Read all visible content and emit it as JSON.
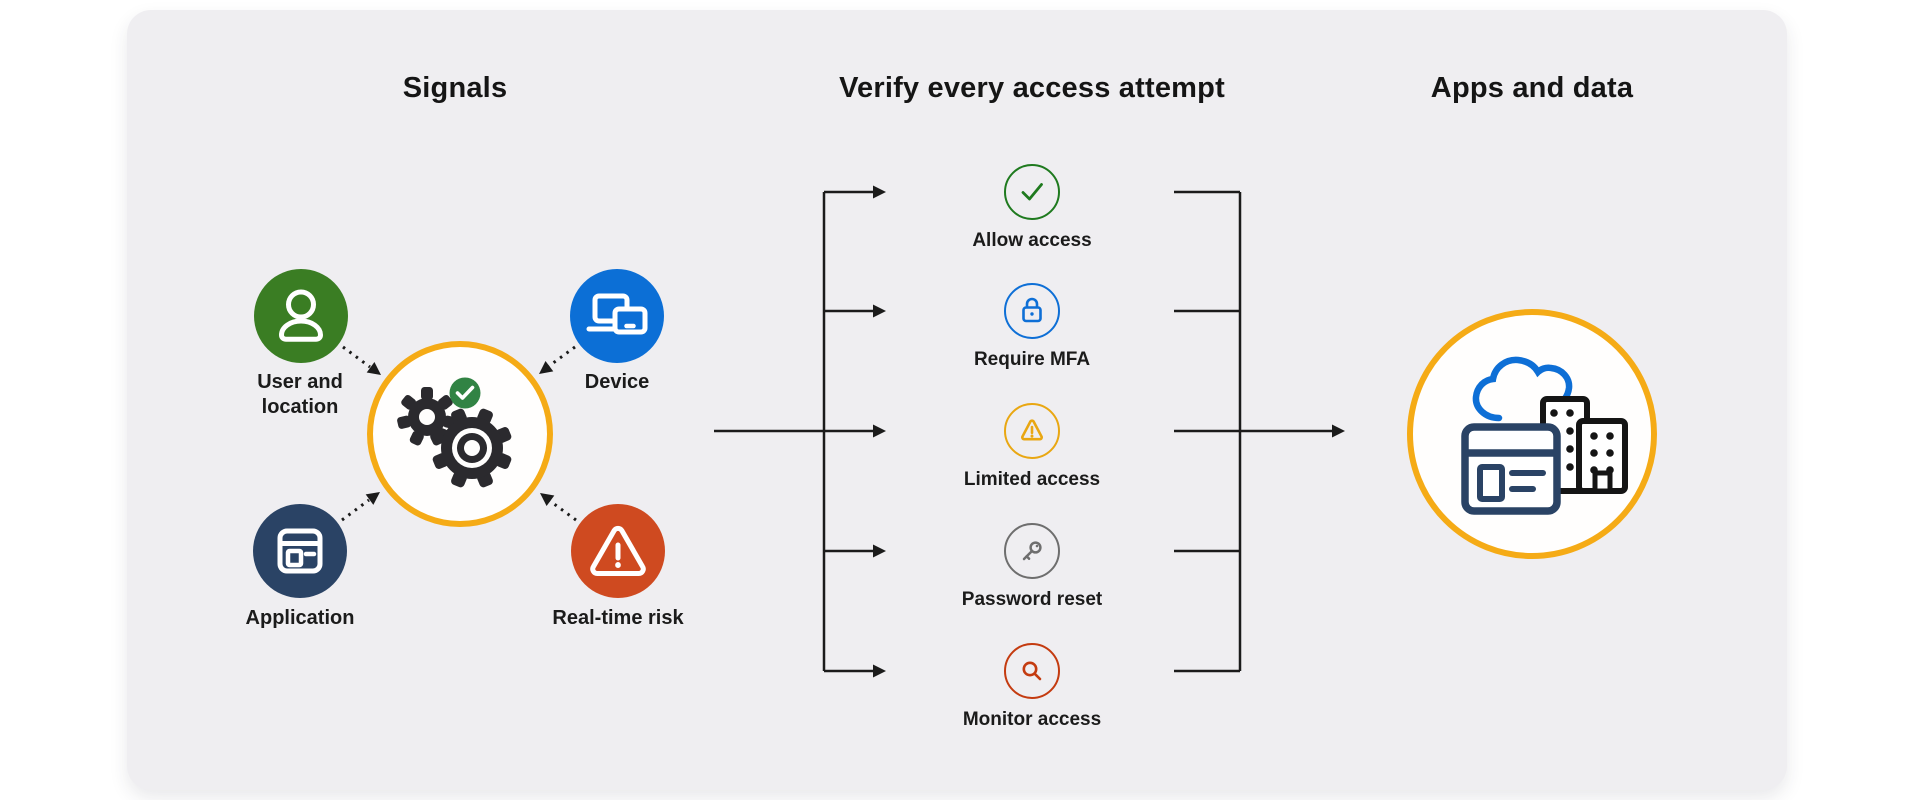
{
  "page": {
    "background": "#ffffff",
    "panel_color": "#efeef1",
    "connector_color": "#1b1b1b"
  },
  "headers": {
    "signals": "Signals",
    "verify": "Verify every access attempt",
    "apps": "Apps and data"
  },
  "signals": {
    "nodes": [
      {
        "id": "user-location",
        "label": "User and location",
        "color": "#3a7d23",
        "icon": "person-icon"
      },
      {
        "id": "device",
        "label": "Device",
        "color": "#0c6fd6",
        "icon": "devices-icon"
      },
      {
        "id": "application",
        "label": "Application",
        "color": "#2a4365",
        "icon": "app-window-icon"
      },
      {
        "id": "real-time-risk",
        "label": "Real-time risk",
        "color": "#cf4a20",
        "icon": "warning-triangle-icon"
      }
    ],
    "policy_engine": {
      "icon": "gears-icon",
      "badge_icon": "check-badge-icon",
      "ring_color": "#f5ab16",
      "badge_color": "#318344",
      "gear_color": "#2b2a2e"
    }
  },
  "verify": {
    "options": [
      {
        "id": "allow-access",
        "label": "Allow access",
        "color": "#1f7a1f",
        "icon": "check-icon"
      },
      {
        "id": "require-mfa",
        "label": "Require MFA",
        "color": "#0e6fd6",
        "icon": "lock-icon"
      },
      {
        "id": "limited-access",
        "label": "Limited access",
        "color": "#e9a712",
        "icon": "warning-icon"
      },
      {
        "id": "password-reset",
        "label": "Password reset",
        "color": "#6e6e6e",
        "icon": "key-icon"
      },
      {
        "id": "monitor-access",
        "label": "Monitor access",
        "color": "#c43b10",
        "icon": "magnifier-icon"
      }
    ]
  },
  "apps": {
    "ring_color": "#f5ab16",
    "icons": [
      "cloud-icon",
      "app-window-icon",
      "buildings-icon"
    ]
  }
}
